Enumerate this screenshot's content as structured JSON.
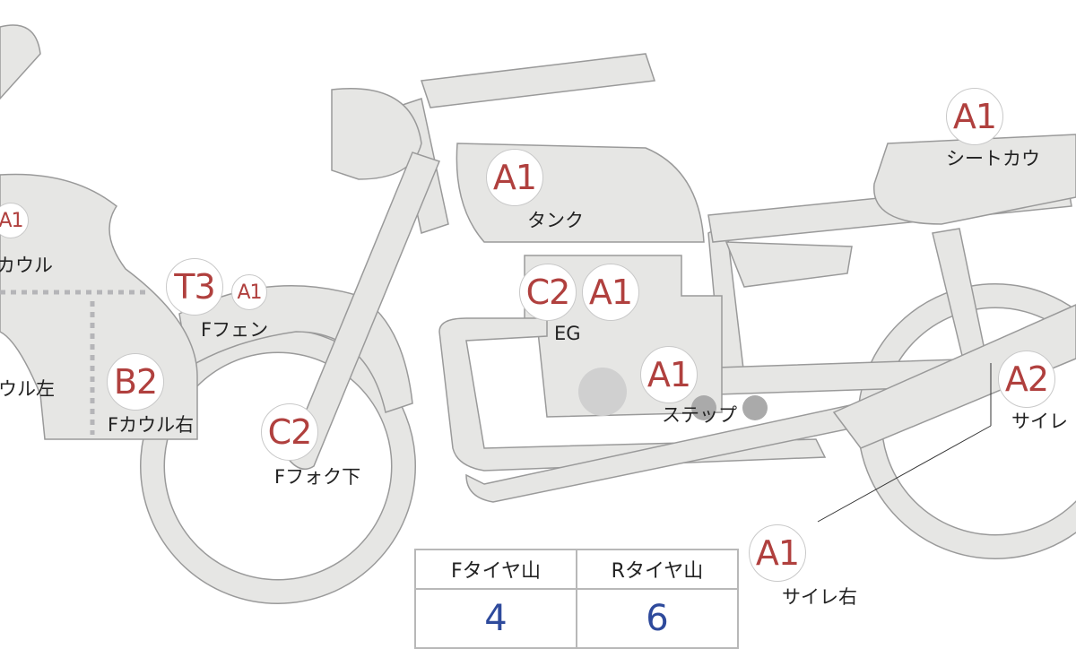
{
  "parts": [
    {
      "id": "fcowl",
      "grade": "A1",
      "label": "カウル"
    },
    {
      "id": "fcowl-left",
      "label": "ウル左"
    },
    {
      "id": "ffender",
      "grades": [
        "T3",
        "A1"
      ],
      "label": "Fフェン"
    },
    {
      "id": "fcowl-right",
      "grade": "B2",
      "label": "Fカウル右"
    },
    {
      "id": "ffork",
      "grade": "C2",
      "label": "Fフォク下"
    },
    {
      "id": "tank",
      "grade": "A1",
      "label": "タンク"
    },
    {
      "id": "engine",
      "grades": [
        "C2",
        "A1"
      ],
      "label": "EG"
    },
    {
      "id": "step",
      "grade": "A1",
      "label": "ステップ"
    },
    {
      "id": "seatcowl",
      "grade": "A1",
      "label": "シートカウ"
    },
    {
      "id": "muffler-left",
      "grade": "A2",
      "label": "サイレ"
    },
    {
      "id": "muffler-right",
      "grade": "A1",
      "label": "サイレ右"
    }
  ],
  "tires": {
    "headers": [
      "Fタイヤ山",
      "Rタイヤ山"
    ],
    "values": [
      "4",
      "6"
    ]
  },
  "colors": {
    "grade": "#b0403e",
    "value": "#2e4a9c",
    "body": "#e6e6e4"
  }
}
